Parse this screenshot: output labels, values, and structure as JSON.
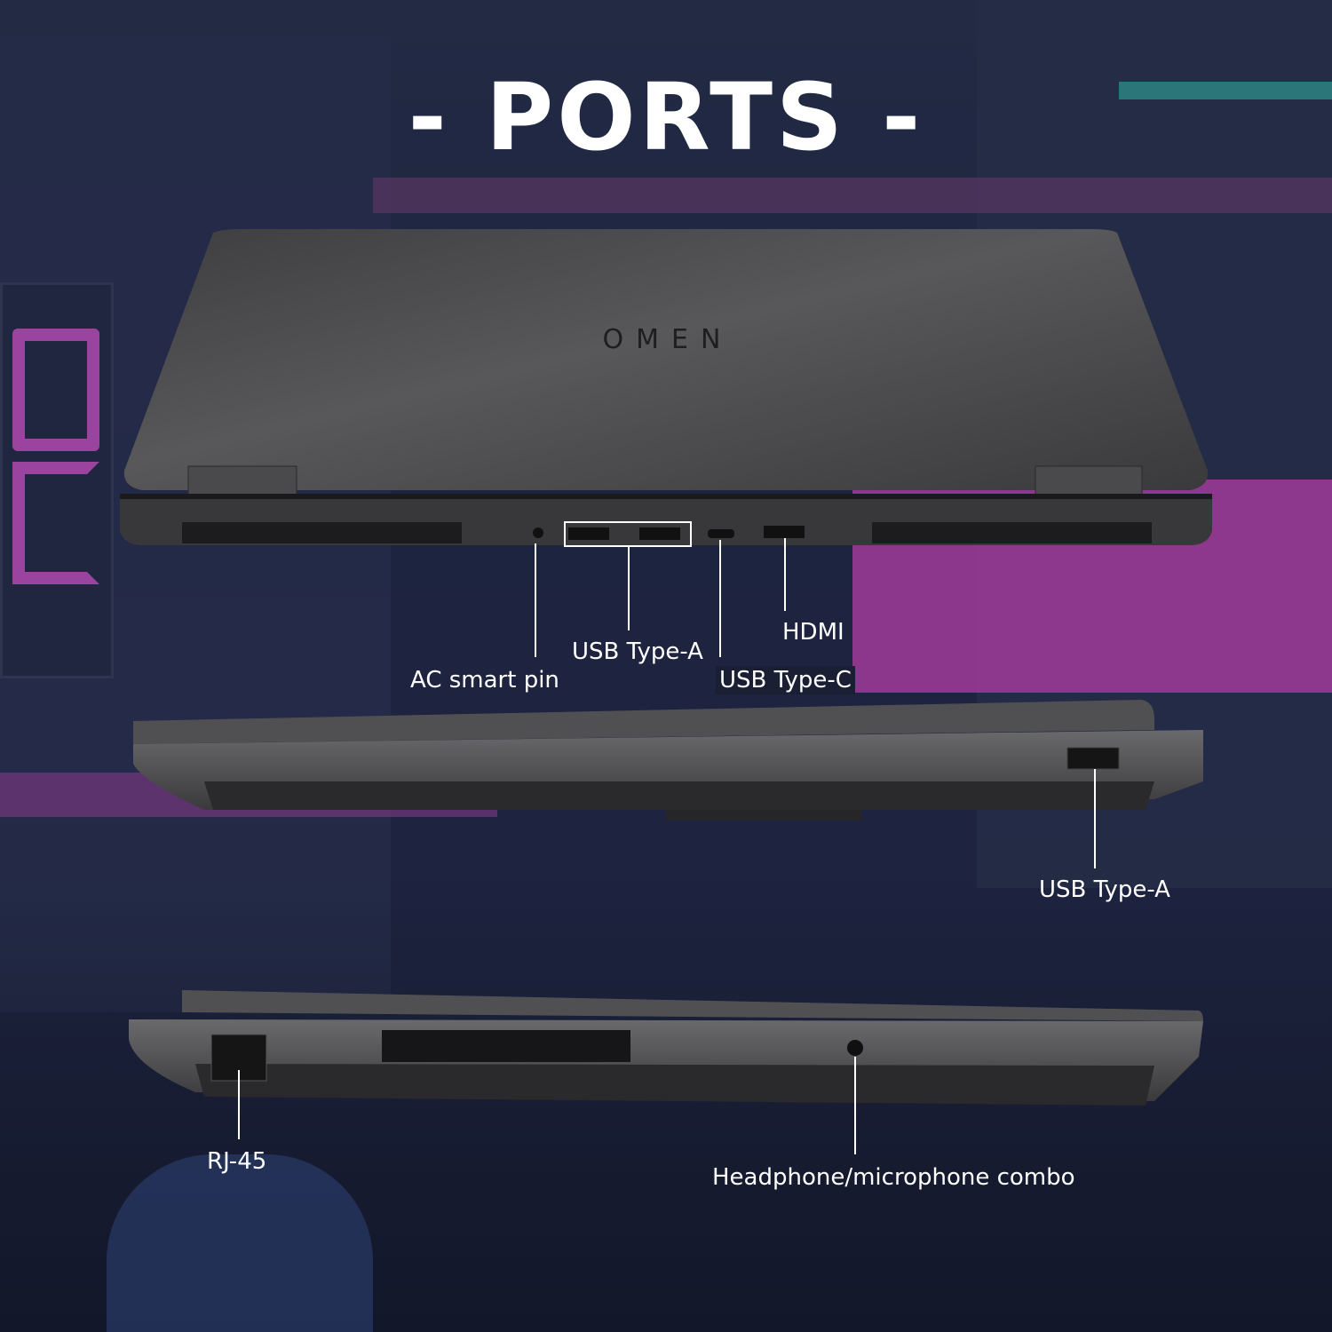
{
  "title": "- PORTS -",
  "logo_text": "OMEN",
  "rear_view": {
    "ports": [
      {
        "label": "AC smart pin"
      },
      {
        "label": "USB Type-A"
      },
      {
        "label": "USB Type-C"
      },
      {
        "label": "HDMI"
      }
    ]
  },
  "right_view": {
    "ports": [
      {
        "label": "USB Type-A"
      }
    ]
  },
  "left_view": {
    "ports": [
      {
        "label": "RJ-45"
      },
      {
        "label": "Headphone/microphone combo"
      }
    ]
  },
  "colors": {
    "background": "#1e2440",
    "neon_pink": "#c040b0",
    "laptop_body": "#4a4a4c",
    "label_text": "#ffffff"
  }
}
